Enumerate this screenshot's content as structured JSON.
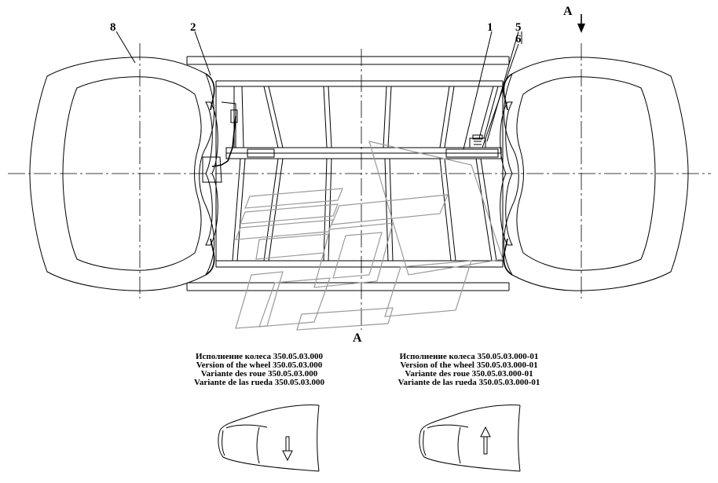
{
  "callouts": {
    "c8": "8",
    "c2": "2",
    "c1": "1",
    "c5": "5",
    "c6": "6",
    "view_top": "A",
    "view_bottom": "A"
  },
  "captions": {
    "left": [
      "Исполнение колеса 350.05.03.000",
      "Version of the wheel 350.05.03.000",
      "Variante des roue 350.05.03.000",
      "Variante de las rueda 350.05.03.000"
    ],
    "right": [
      "Исполнение колеса 350.05.03.000-01",
      "Version of the wheel 350.05.03.000-01",
      "Variante des roue 350.05.03.000-01",
      "Variante de las rueda 350.05.03.000-01"
    ]
  },
  "icons": {
    "direction_left": "tread-rotation-arrow-down-icon",
    "direction_right": "tread-rotation-arrow-up-icon",
    "watermark": "ghost-watermark-logo"
  }
}
